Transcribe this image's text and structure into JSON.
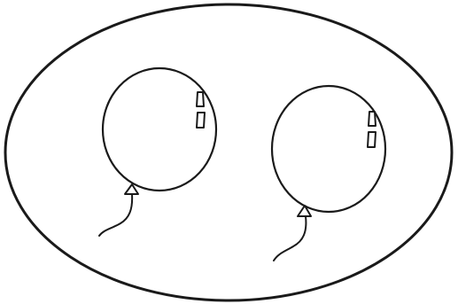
{
  "figure": {
    "background_color": "#ffffff",
    "line_color": "#1a1a1a",
    "container_shape": "ellipse",
    "balloon_count": 2,
    "balloons": [
      {
        "id": "left"
      },
      {
        "id": "right"
      }
    ]
  }
}
